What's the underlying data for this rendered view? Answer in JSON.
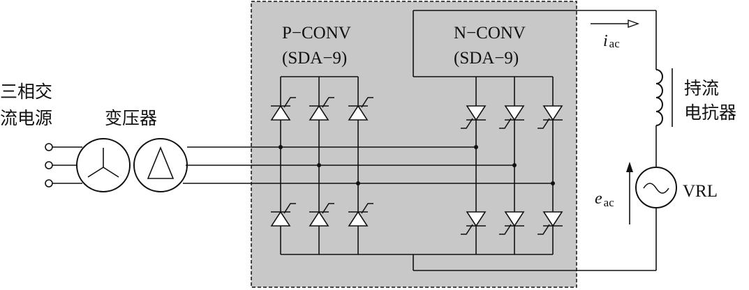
{
  "source": {
    "line1": "三相交",
    "line2": "流电源"
  },
  "transformer": {
    "label": "变压器"
  },
  "p_conv": {
    "line1": "P−CONV",
    "line2": "(SDA−9)"
  },
  "n_conv": {
    "line1": "N−CONV",
    "line2": "(SDA−9)"
  },
  "current": {
    "symbol": "i",
    "subscript": "ac"
  },
  "voltage": {
    "symbol": "e",
    "subscript": "ac"
  },
  "reactor": {
    "line1": "持流",
    "line2": "电抗器"
  },
  "load": {
    "label": "VRL"
  },
  "colors": {
    "panel_fill": "#c8c8c8",
    "wire": "#111111",
    "background": "#ffffff"
  }
}
